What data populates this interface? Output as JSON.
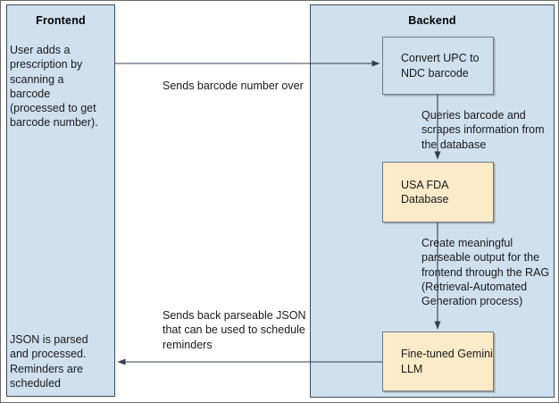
{
  "diagram": {
    "title_frontend": "Frontend",
    "title_backend": "Backend",
    "panels": {
      "frontend": {
        "title": "Frontend",
        "intro_text": "User adds a prescription by scanning a barcode (processed to get barcode number).",
        "outro_text": "JSON is parsed and processed. Reminders are scheduled",
        "fill_color": "#cfe0ef"
      },
      "backend": {
        "title": "Backend",
        "fill_color": "#cfe0ef"
      }
    },
    "nodes": [
      {
        "id": "convert-upc",
        "label": "Convert UPC to NDC barcode",
        "fill_color": "#cfe0ef"
      },
      {
        "id": "usa-fda-database",
        "label": "USA FDA Database",
        "fill_color": "#fcebc8"
      },
      {
        "id": "fine-tuned-gemini-llm",
        "label": "Fine-tuned Gemini LLM",
        "fill_color": "#fcebc8"
      }
    ],
    "edges": [
      {
        "id": "frontend-to-convert",
        "label": "Sends barcode number over",
        "direction": "right"
      },
      {
        "id": "convert-to-fda",
        "label": "Queries barcode and scrapes information from the database",
        "direction": "down"
      },
      {
        "id": "fda-to-gemini",
        "label": "Create meaningful parseable output for the frontend through the RAG (Retrieval-Automated Generation process)",
        "direction": "down"
      },
      {
        "id": "gemini-to-frontend",
        "label": "Sends back parseable JSON that can be used to schedule reminders",
        "direction": "left"
      }
    ],
    "colors": {
      "panel_fill": "#cfe0ef",
      "panel_border": "#3d4a57",
      "node_cream_fill": "#fcebc8",
      "node_border": "#6f7c88",
      "arrow_color": "#33414f",
      "text_color": "#1a1a1a",
      "page_border": "#6a6a6a"
    }
  }
}
